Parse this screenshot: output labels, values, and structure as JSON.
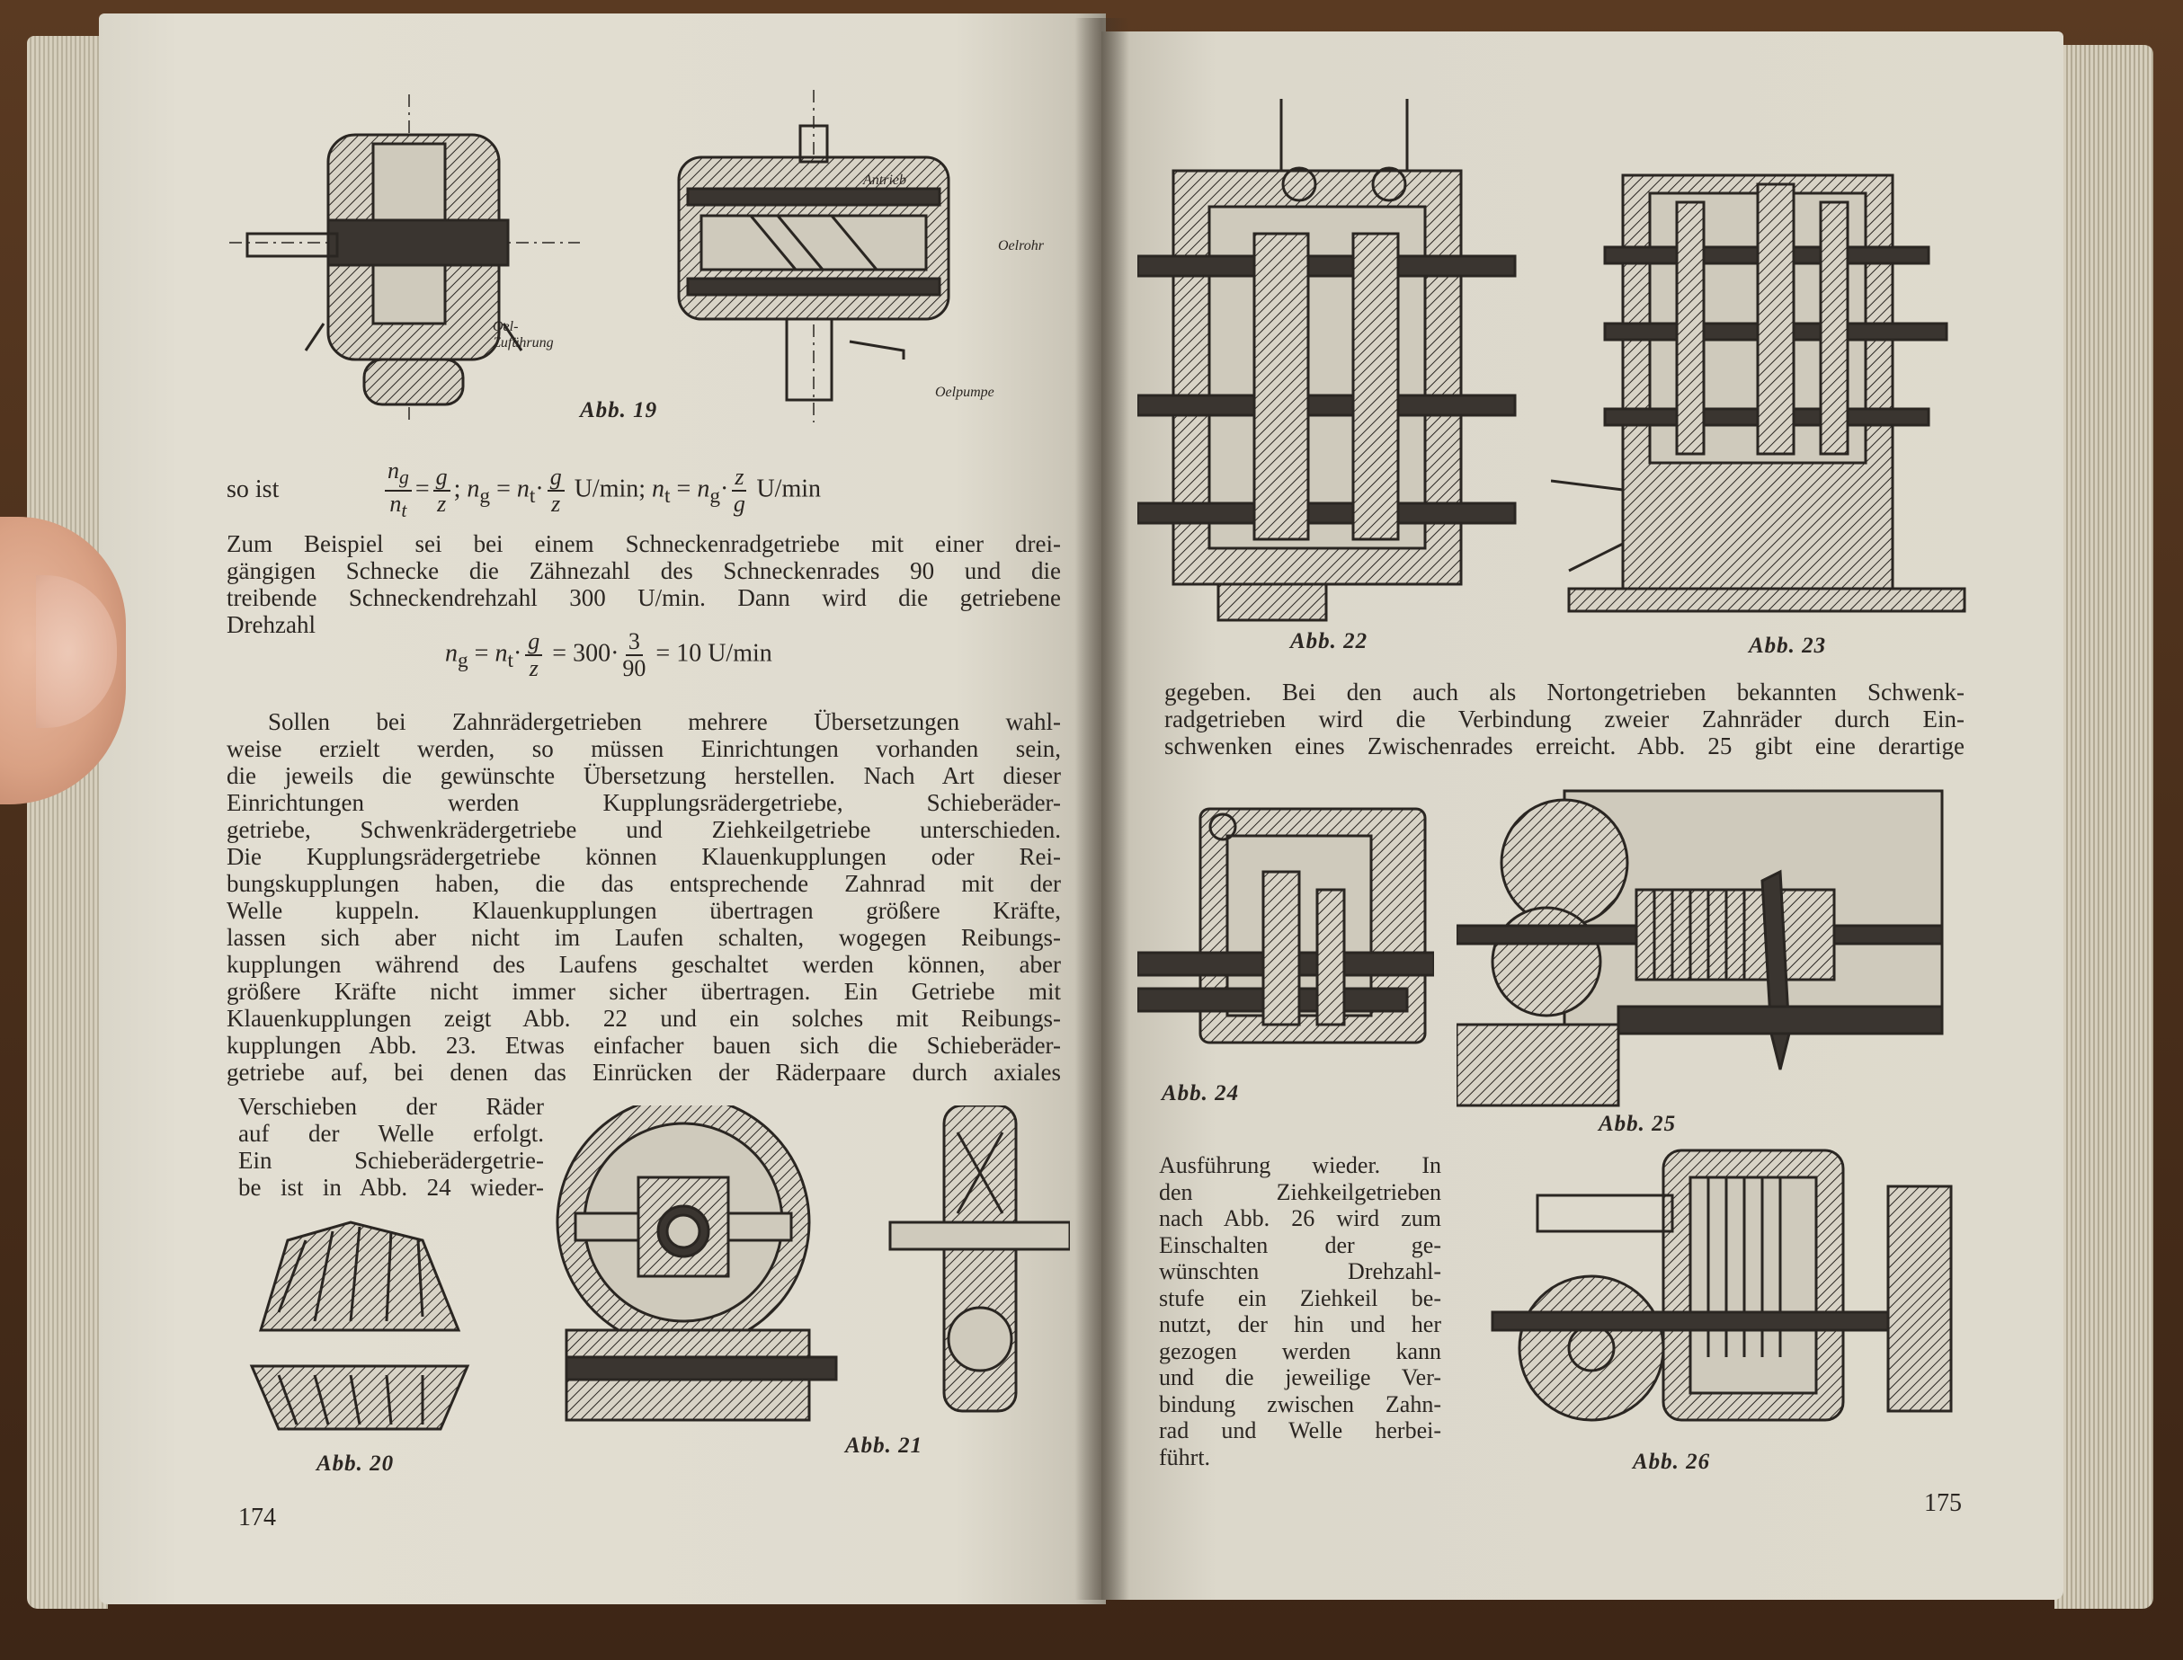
{
  "left_page": {
    "page_number": "174",
    "figure_19": {
      "caption": "Abb. 19",
      "labels": {
        "drive": "Antrieb",
        "oil_pipe": "Oelrohr",
        "oil_feed": "Oel-Zuführung",
        "oil_pump": "Oelpumpe"
      }
    },
    "formula_1": {
      "prefix": "so ist",
      "ng": "n",
      "ng_sub": "g",
      "nt": "n",
      "nt_sub": "t",
      "g": "g",
      "z": "z",
      "unit": "U/min"
    },
    "paragraph_1": [
      "Zum Beispiel sei bei einem Schneckenradgetriebe mit einer drei-",
      "gängigen Schnecke die Zähnezahl des Schneckenrades 90 und die",
      "treibende Schneckendrehzahl 300 U/min. Dann wird die getriebene",
      "Drehzahl"
    ],
    "formula_2": {
      "n_value": "300",
      "num": "3",
      "den": "90",
      "result": "10 U/min"
    },
    "paragraph_2": [
      "Sollen bei Zahnrädergetrieben mehrere Übersetzungen wahl-",
      "weise erzielt werden, so müssen Einrichtungen vorhanden sein,",
      "die jeweils die gewünschte Übersetzung herstellen. Nach Art dieser",
      "Einrichtungen werden Kupplungsrädergetriebe, Schieberäder-",
      "getriebe, Schwenkrädergetriebe und Ziehkeilgetriebe unterschieden.",
      "Die Kupplungsrädergetriebe können Klauenkupplungen oder Rei-",
      "bungskupplungen haben, die das entsprechende Zahnrad mit der",
      "Welle kuppeln. Klauenkupplungen übertragen größere Kräfte,",
      "lassen sich aber nicht im Laufen schalten, wogegen Reibungs-",
      "kupplungen während des Laufens geschaltet werden können, aber",
      "größere Kräfte nicht immer sicher übertragen. Ein Getriebe mit",
      "Klauenkupplungen zeigt Abb. 22 und ein solches mit Reibungs-",
      "kupplungen Abb. 23. Etwas einfacher bauen sich die Schieberäder-",
      "getriebe auf, bei denen das Einrücken der Räderpaare durch axiales"
    ],
    "paragraph_3": [
      "Verschieben der Räder",
      "auf der Welle erfolgt.",
      "Ein Schieberädergetrie-",
      "be ist in Abb. 24 wieder-"
    ],
    "figure_20": {
      "caption": "Abb. 20"
    },
    "figure_21": {
      "caption": "Abb. 21"
    }
  },
  "right_page": {
    "page_number": "175",
    "figure_22": {
      "caption": "Abb. 22"
    },
    "figure_23": {
      "caption": "Abb. 23"
    },
    "paragraph_1": [
      "gegeben. Bei den auch als Nortongetrieben bekannten Schwenk-",
      "radgetrieben wird die Verbindung zweier Zahnräder durch Ein-",
      "schwenken eines Zwischenrades erreicht. Abb. 25 gibt eine derartige"
    ],
    "figure_24": {
      "caption": "Abb. 24"
    },
    "figure_25": {
      "caption": "Abb. 25"
    },
    "paragraph_2": [
      "Ausführung wieder. In",
      "den Ziehkeilgetrieben",
      "nach Abb. 26 wird zum",
      "Einschalten der ge-",
      "wünschten Drehzahl-",
      "stufe ein Ziehkeil be-",
      "nutzt, der hin und her",
      "gezogen werden kann",
      "und die jeweilige Ver-",
      "bindung zwischen Zahn-",
      "rad und Welle herbei-",
      "führt."
    ],
    "figure_26": {
      "caption": "Abb. 26"
    }
  }
}
